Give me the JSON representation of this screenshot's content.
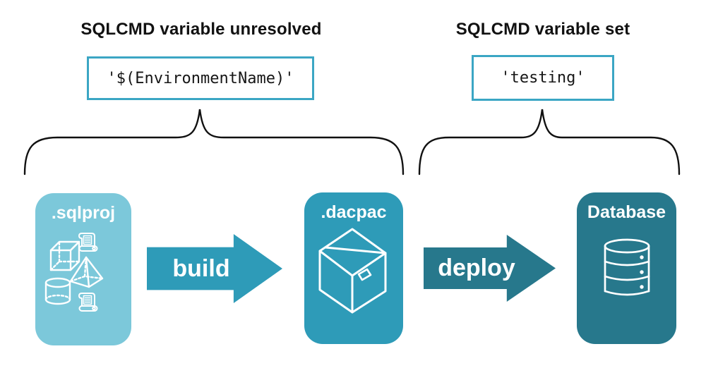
{
  "left_group": {
    "heading": "SQLCMD variable unresolved",
    "code": "'$(EnvironmentName)'"
  },
  "right_group": {
    "heading": "SQLCMD variable set",
    "code": "'testing'"
  },
  "pipeline": {
    "sqlproj": {
      "label": ".sqlproj",
      "icon": "sql-objects-icons"
    },
    "build_arrow": {
      "label": "build"
    },
    "dacpac": {
      "label": ".dacpac",
      "icon": "package-box-icon"
    },
    "deploy_arrow": {
      "label": "deploy"
    },
    "database": {
      "label": "Database",
      "icon": "database-cylinder-icon"
    }
  },
  "icons": {
    "sqlproj_contents": [
      "cube-icon",
      "scroll-icon",
      "pyramid-icon",
      "cylinder-icon",
      "scroll-icon"
    ],
    "dacpac_content": "package-box-icon",
    "database_content": "database-cylinder-icon"
  },
  "colors": {
    "light_blue": "#7cc8da",
    "teal": "#2e9bb8",
    "dark_teal": "#27788c",
    "code_box_border": "#3ba6c4",
    "text": "#111111",
    "icon_stroke": "#ffffff"
  }
}
